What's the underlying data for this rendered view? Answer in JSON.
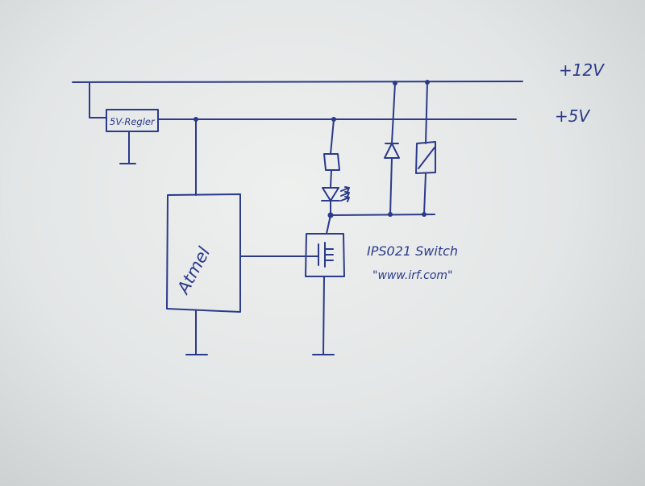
{
  "rails": {
    "v12_label": "+12V",
    "v5_label": "+5V"
  },
  "components": {
    "regulator_label": "5V-Regler",
    "mcu_label": "Atmel",
    "switch_label": "IPS021 Switch",
    "switch_url": "\"www.irf.com\""
  },
  "colors": {
    "ink": "#2b3a8a",
    "paper": "#e6e8e8"
  }
}
